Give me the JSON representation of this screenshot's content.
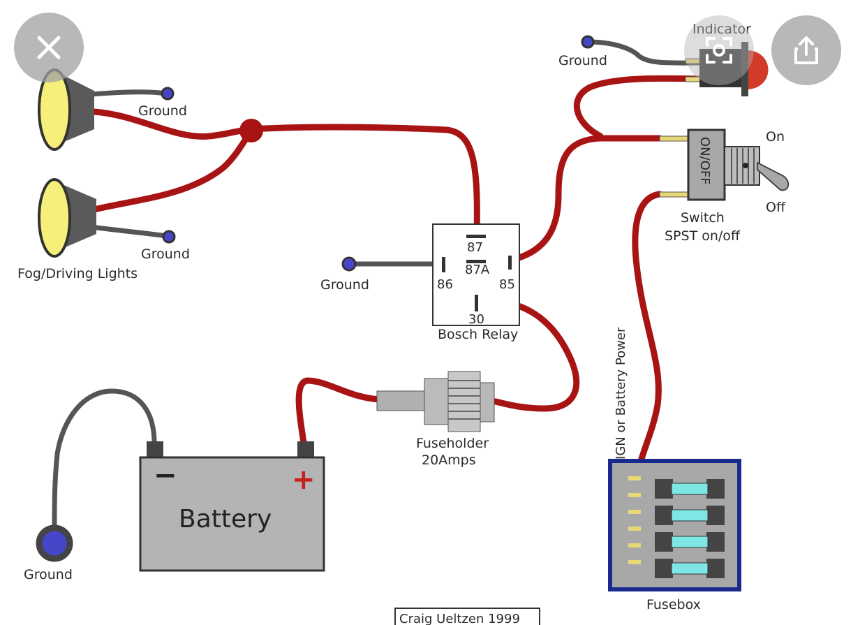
{
  "diagram": {
    "labels": {
      "indicator": "Indicator",
      "ground_indicator": "Ground",
      "on": "On",
      "off": "Off",
      "switch_on_off": "ON/OFF",
      "switch_line1": "Switch",
      "switch_line2": "SPST on/off",
      "ground_lamp_top": "Ground",
      "ground_lamp_bottom": "Ground",
      "fog_lights": "Fog/Driving Lights",
      "ground_relay": "Ground",
      "pin_87": "87",
      "pin_87a": "87A",
      "pin_86": "86",
      "pin_85": "85",
      "pin_30": "30",
      "relay": "Bosch Relay",
      "ign_power": "IGN or Battery Power",
      "fuseholder_line1": "Fuseholder",
      "fuseholder_line2": "20Amps",
      "battery": "Battery",
      "battery_minus": "−",
      "battery_plus": "+",
      "ground_battery": "Ground",
      "fusebox": "Fusebox",
      "credit": "Craig Ueltzen 1999"
    },
    "colors": {
      "wire_power": "#a81414",
      "wire_ground": "#555555",
      "lamp_lens": "#f6f07a",
      "ground_terminal": "#4646c8",
      "fuse_glass": "#7fe6e6",
      "fusebox_border": "#1a2a8c",
      "indicator_lens": "#d23a2a"
    }
  },
  "ui": {
    "close_icon": "close-icon",
    "lens_icon": "lens-search-icon",
    "share_icon": "share-icon"
  }
}
